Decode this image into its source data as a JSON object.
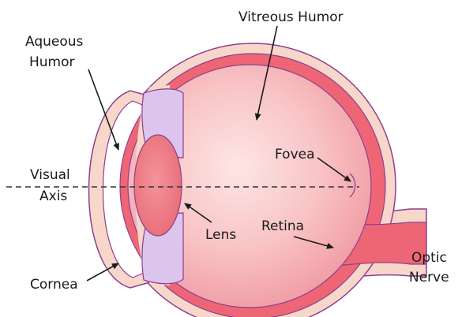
{
  "labels": {
    "vitreous_humor": "Vitreous Humor",
    "aqueous_humor": [
      "Aqueous",
      "Humor"
    ],
    "visual_axis": [
      "Visual",
      "Axis"
    ],
    "fovea": "Fovea",
    "lens": "Lens",
    "retina": "Retina",
    "cornea": "Cornea",
    "optic_nerve": [
      "Optic",
      "Nerve"
    ]
  },
  "colors": {
    "sclera": "#f7d7ca",
    "choroid": "#ee6676",
    "vitreous": "#f8bcc0",
    "lens": "#ee7d86",
    "iris": "#ddc4ec",
    "outline": "#8d3f8d",
    "pointer": "#1a1a1a"
  }
}
